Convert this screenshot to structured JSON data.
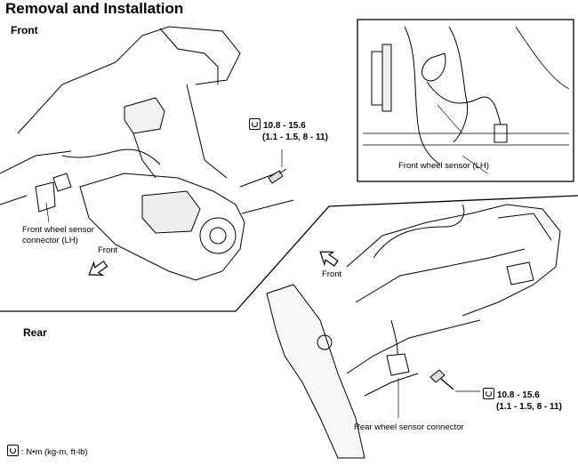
{
  "title": "Removal and Installation",
  "front": {
    "section_label": "Front",
    "sensor_connector_label": "Front wheel sensor\nconnector (LH)",
    "direction_label": "Front",
    "torque_line1": "10.8 - 15.6",
    "torque_line2": "(1.1 - 1.5, 8 - 11)",
    "inset_label": "Front wheel sensor (LH)"
  },
  "rear": {
    "section_label": "Rear",
    "direction_label": "Front",
    "sensor_connector_label": "Rear wheel sensor connector",
    "torque_line1": "10.8 - 15.6",
    "torque_line2": "(1.1 - 1.5, 8 - 11)"
  },
  "legend": {
    "units": ": N•m  (kg-m,   ft-lb)"
  }
}
